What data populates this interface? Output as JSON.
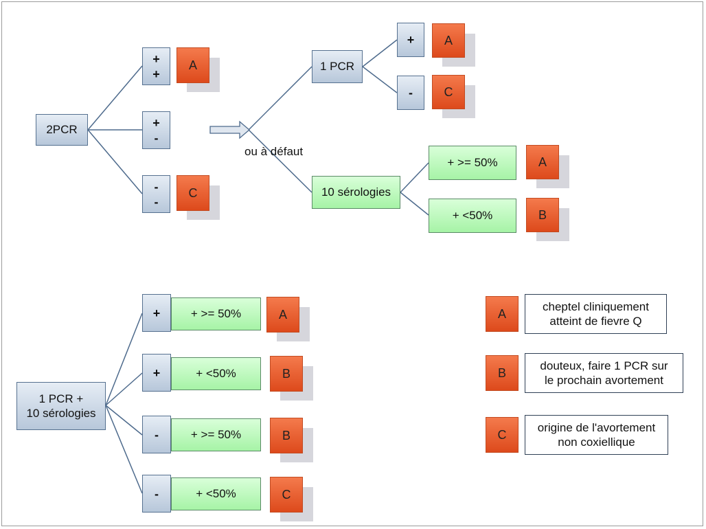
{
  "top_left": {
    "root": "2PCR",
    "s1a": "+",
    "s1b": "+",
    "s2a": "+",
    "s2b": "-",
    "s3a": "-",
    "s3b": "-",
    "out1": "A",
    "out3": "C"
  },
  "top_right": {
    "pcr1": "1 PCR",
    "pcr_plus": "+",
    "pcr_minus": "-",
    "pcr_plus_out": "A",
    "pcr_minus_out": "C",
    "alt_label": "ou à défaut",
    "sero": "10 sérologies",
    "sero_hi": "+ >= 50%",
    "sero_lo": "+ <50%",
    "sero_hi_out": "A",
    "sero_lo_out": "B"
  },
  "bottom": {
    "root_l1": "1 PCR +",
    "root_l2": "10 sérologies",
    "rows": [
      {
        "sign": "+",
        "pct": "+ >= 50%",
        "out": "A"
      },
      {
        "sign": "+",
        "pct": "+ <50%",
        "out": "B"
      },
      {
        "sign": "-",
        "pct": "+ >= 50%",
        "out": "B"
      },
      {
        "sign": "-",
        "pct": "+ <50%",
        "out": "C"
      }
    ]
  },
  "legend": [
    {
      "key": "A",
      "l1": "cheptel cliniquement",
      "l2": "atteint de fievre Q"
    },
    {
      "key": "B",
      "l1": "douteux, faire 1 PCR sur",
      "l2": "le prochain avortement"
    },
    {
      "key": "C",
      "l1": "origine de l'avortement",
      "l2": "non coxiellique"
    }
  ],
  "colors": {
    "blue_box": "#b7c7da",
    "green_box": "#a6f3a6",
    "orange_box": "#dd4a1c",
    "connector": "#4d6a8c"
  }
}
